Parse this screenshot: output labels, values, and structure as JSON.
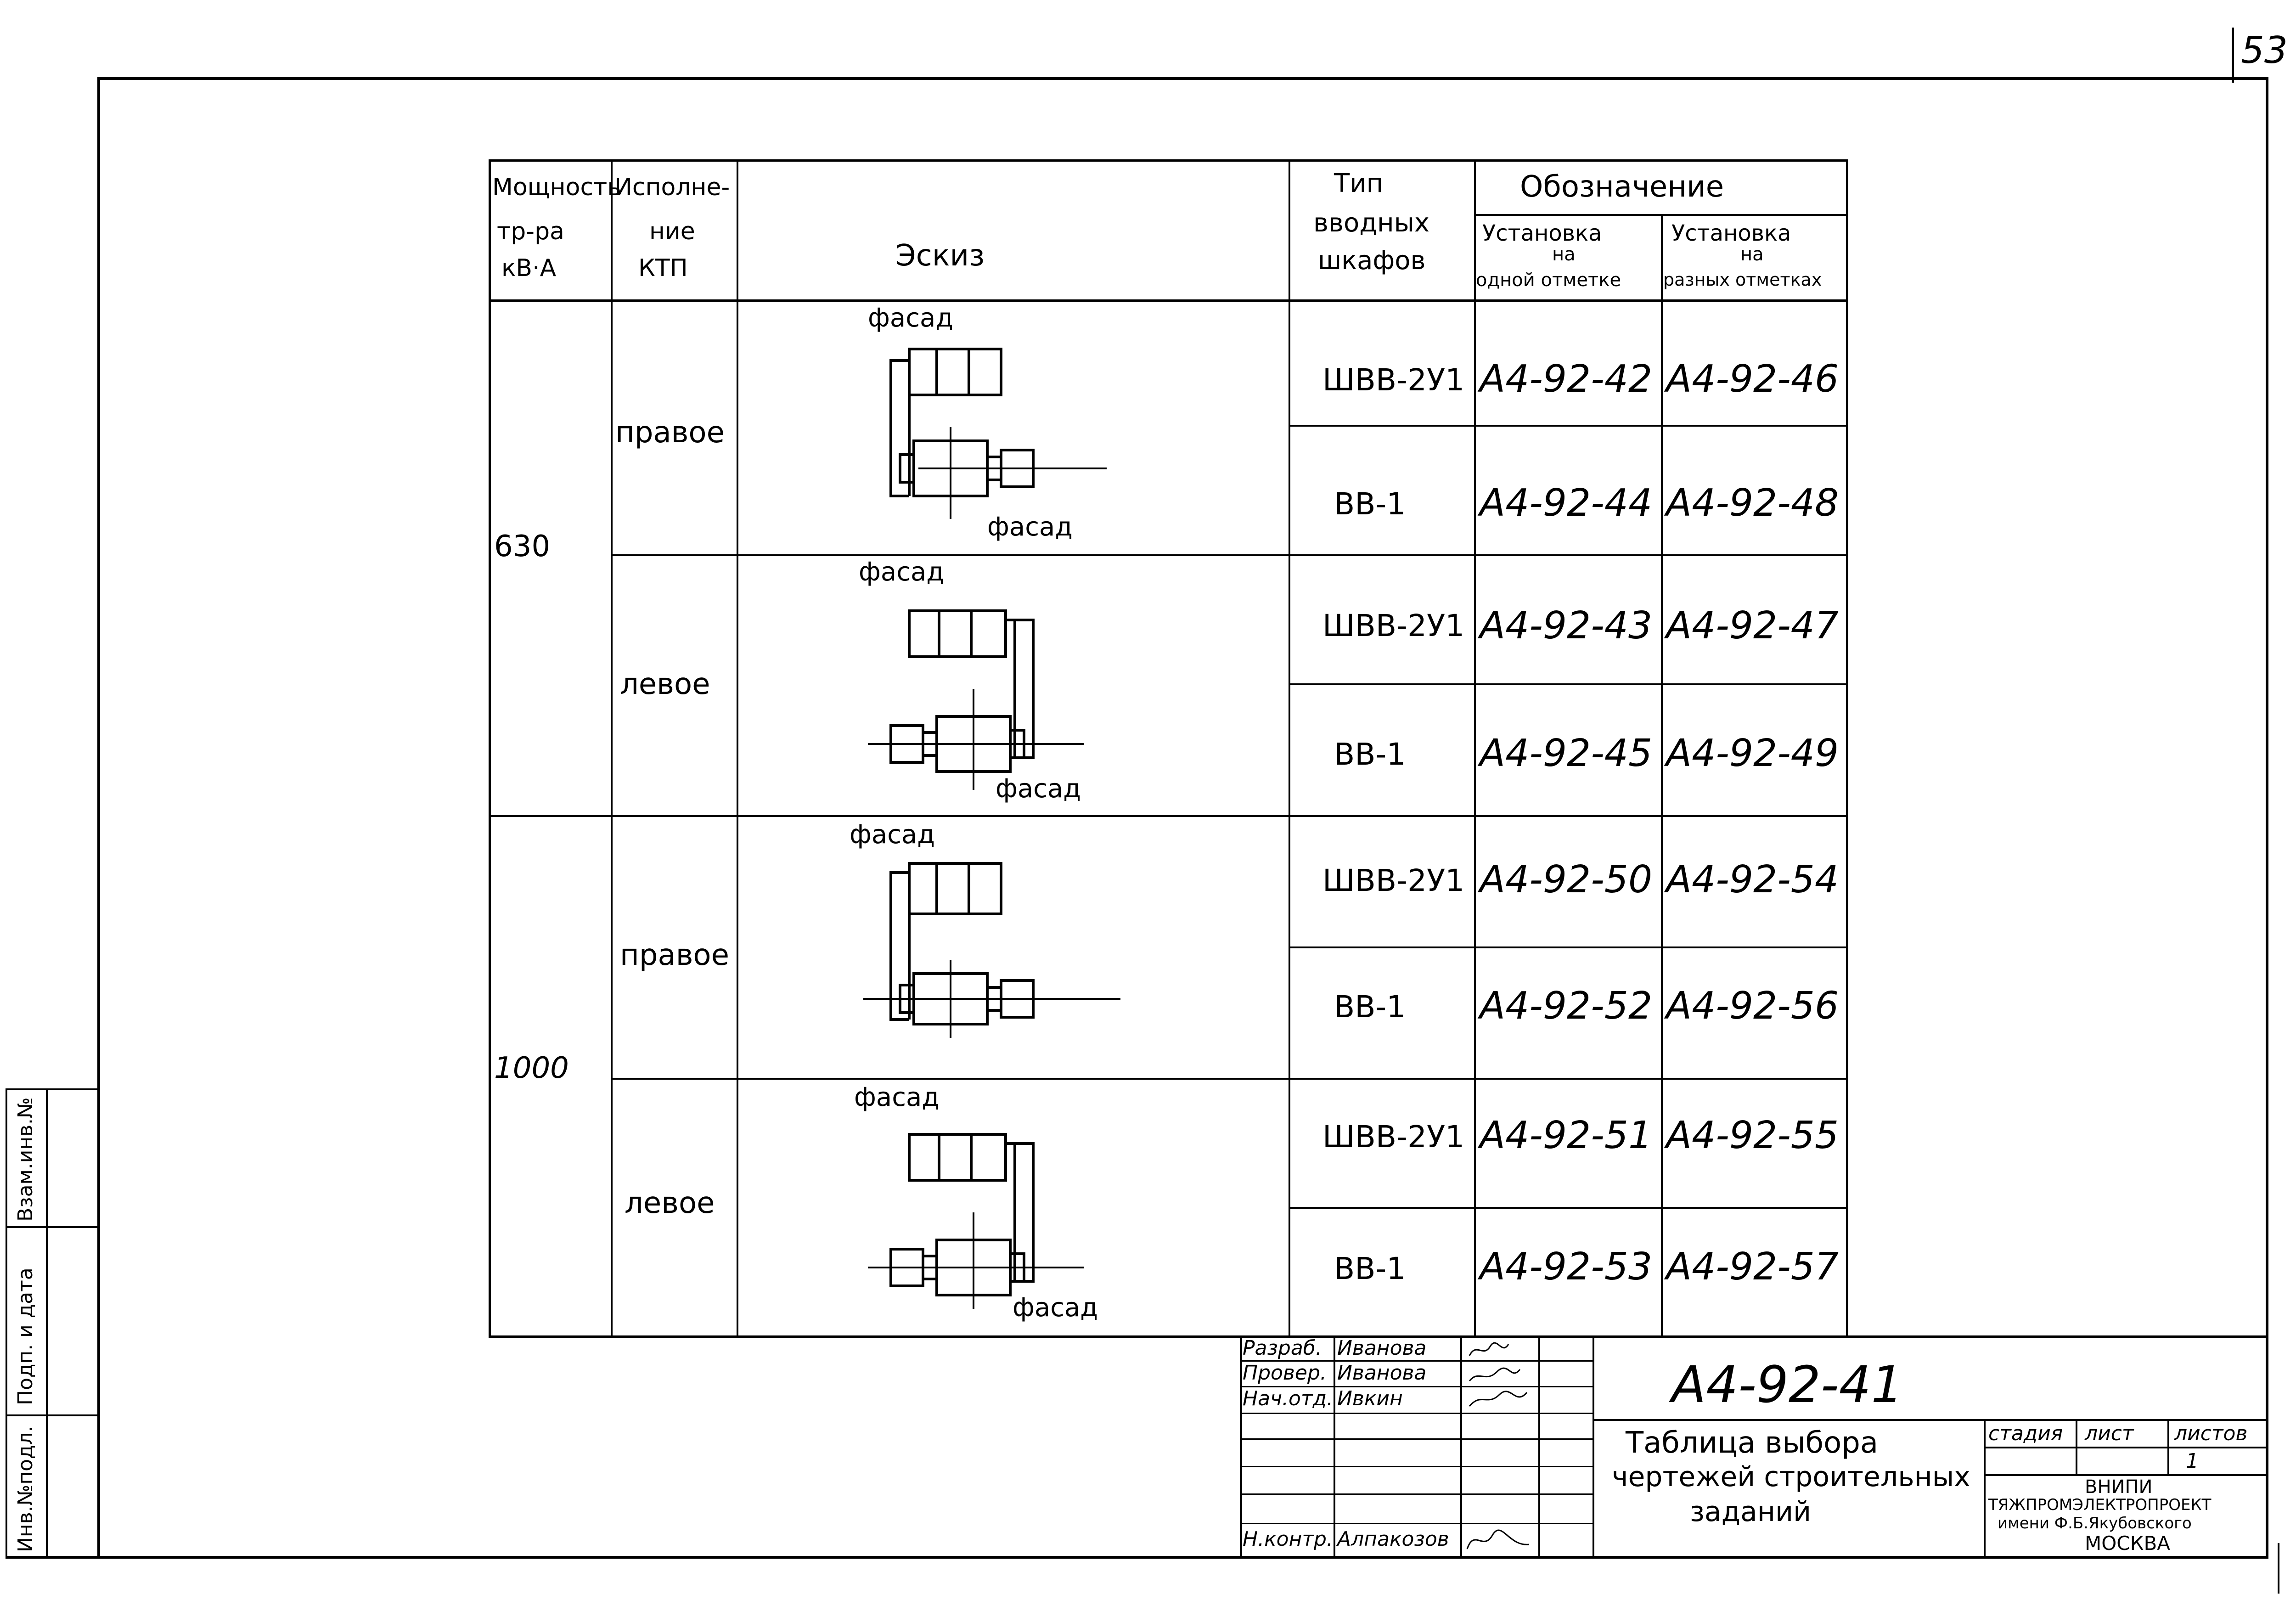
{
  "page_number": "53",
  "table": {
    "headers": {
      "power": "Мощность тр-ра кВ·А",
      "power_l1": "Мощность",
      "power_l2": "тр-ра",
      "power_l3": "кВ·А",
      "execution_l1": "Исполне-",
      "execution_l2": "ние",
      "execution_l3": "КТП",
      "sketch": "Эскиз",
      "type_l1": "Тип",
      "type_l2": "вводных",
      "type_l3": "шкафов",
      "designation": "Обозначение",
      "same_l1": "Установка",
      "same_l2": "на",
      "same_l3": "одной отметке",
      "diff_l1": "Установка",
      "diff_l2": "на",
      "diff_l3": "разных отметках"
    },
    "groups": [
      {
        "power": "630",
        "variants": [
          {
            "execution": "правое",
            "rows": [
              {
                "type": "ШВВ-2У1",
                "same": "А4-92-42",
                "diff": "А4-92-46"
              },
              {
                "type": "ВВ-1",
                "same": "А4-92-44",
                "diff": "А4-92-48"
              }
            ]
          },
          {
            "execution": "левое",
            "rows": [
              {
                "type": "ШВВ-2У1",
                "same": "А4-92-43",
                "diff": "А4-92-47"
              },
              {
                "type": "ВВ-1",
                "same": "А4-92-45",
                "diff": "А4-92-49"
              }
            ]
          }
        ]
      },
      {
        "power": "1000",
        "variants": [
          {
            "execution": "правое",
            "rows": [
              {
                "type": "ШВВ-2У1",
                "same": "А4-92-50",
                "diff": "А4-92-54"
              },
              {
                "type": "ВВ-1",
                "same": "А4-92-52",
                "diff": "А4-92-56"
              }
            ]
          },
          {
            "execution": "левое",
            "rows": [
              {
                "type": "ШВВ-2У1",
                "same": "А4-92-51",
                "diff": "А4-92-55"
              },
              {
                "type": "ВВ-1",
                "same": "А4-92-53",
                "diff": "А4-92-57"
              }
            ]
          }
        ]
      }
    ],
    "sketch_label": "фасад"
  },
  "title_block": {
    "code": "А4-92-41",
    "title_l1": "Таблица выбора",
    "title_l2": "чертежей строительных",
    "title_l3": "заданий",
    "roles": [
      {
        "role": "Разраб.",
        "name": "Иванова"
      },
      {
        "role": "Провер.",
        "name": "Иванова"
      },
      {
        "role": "Нач.отд.",
        "name": "Ивкин"
      },
      {
        "role": "Н.контр.",
        "name": "Алпакозов"
      }
    ],
    "stage_label": "стадия",
    "sheet_label": "лист",
    "sheets_label": "листов",
    "sheets_value": "1",
    "org_l1": "ВНИПИ",
    "org_l2": "ТЯЖПРОМЭЛЕКТРОПРОЕКТ",
    "org_l3": "имени Ф.Б.Якубовского",
    "org_l4": "МОСКВА"
  },
  "side_stamp": {
    "inv": "Инв.№подл.",
    "sign": "Подп. и дата",
    "replace": "Взам.инв.№"
  }
}
